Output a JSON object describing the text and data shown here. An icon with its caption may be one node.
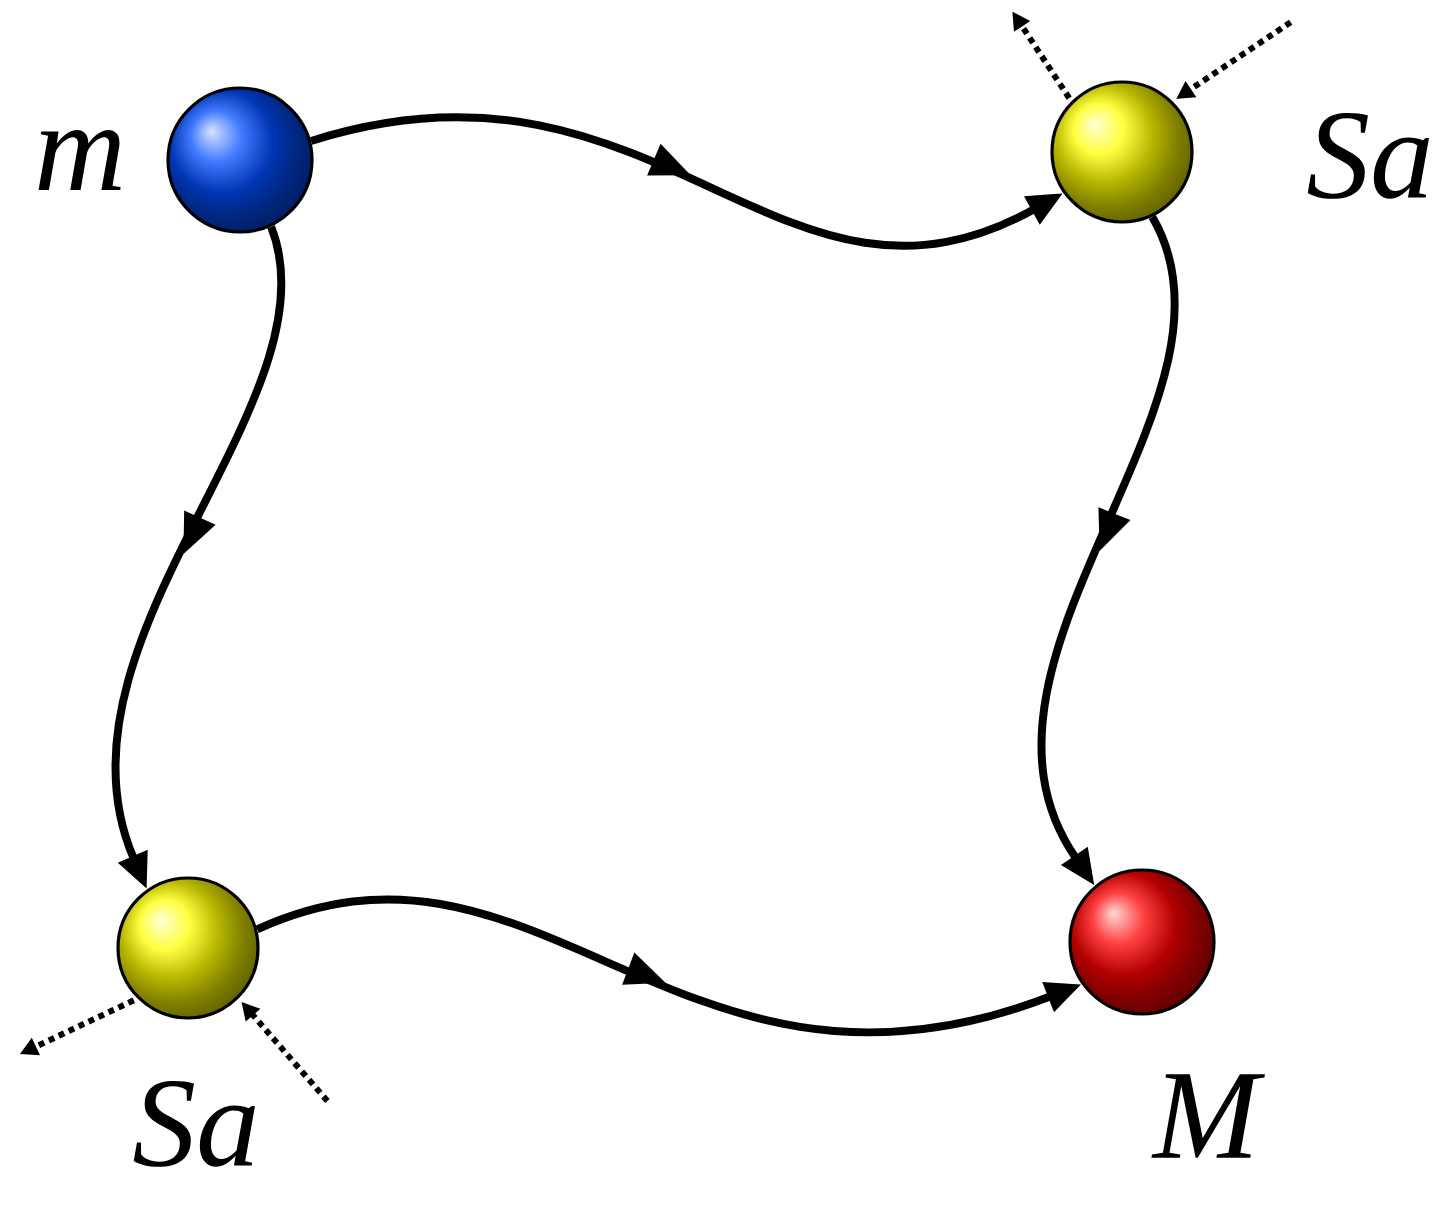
{
  "diagram": {
    "nodes": [
      {
        "text": [],
        "shape": "circle",
        "beside": [
          "m"
        ]
      },
      {
        "text": [],
        "shape": "circle",
        "beside": [
          "Sa"
        ]
      },
      {
        "text": [],
        "shape": "circle",
        "beside": [
          "Sa"
        ]
      },
      {
        "text": [],
        "shape": "circle",
        "beside": [
          "M"
        ]
      }
    ],
    "edges": [
      {
        "from": 0,
        "to": 1,
        "arrow": "to"
      },
      {
        "from": 0,
        "to": 2,
        "arrow": "to"
      },
      {
        "from": 1,
        "to": 3,
        "arrow": "to"
      },
      {
        "from": 2,
        "to": 3,
        "arrow": "to"
      },
      {
        "from": 1,
        "to": null,
        "arrow": "to",
        "style": "dashed"
      },
      {
        "from": null,
        "to": 1,
        "arrow": "to",
        "style": "dashed"
      },
      {
        "from": 2,
        "to": null,
        "arrow": "to",
        "style": "dashed"
      },
      {
        "from": null,
        "to": 2,
        "arrow": "to",
        "style": "dashed"
      }
    ]
  }
}
